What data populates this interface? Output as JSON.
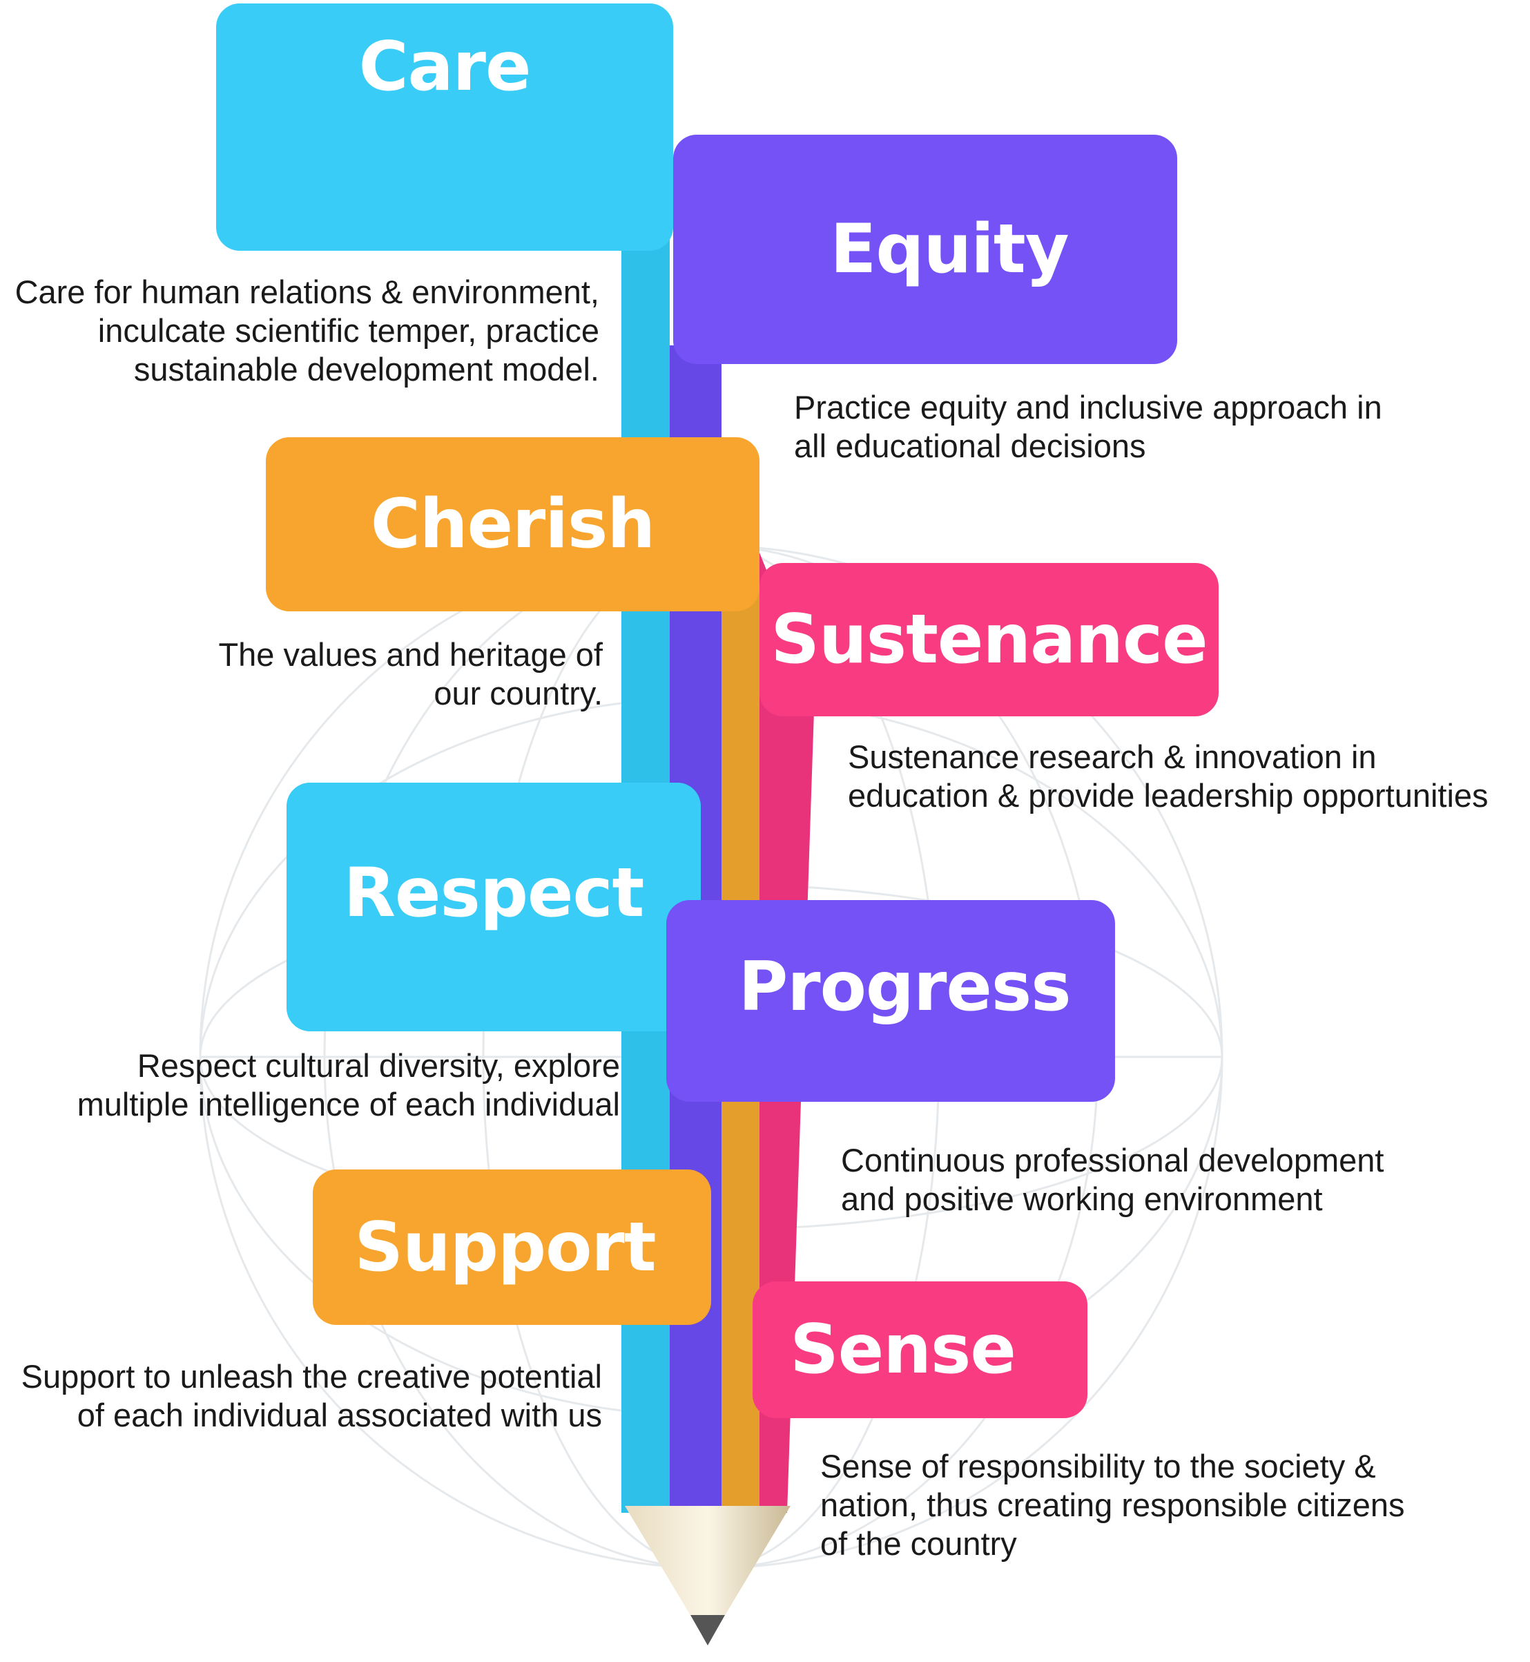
{
  "values": [
    {
      "key": "care",
      "label": "Care",
      "color": "#38ccf6",
      "description": "Care for human relations & environment,\ninculcate scientific temper, practice\nsustainable development model."
    },
    {
      "key": "equity",
      "label": "Equity",
      "color": "#7552f6",
      "description": "Practice equity and inclusive approach in\nall educational decisions"
    },
    {
      "key": "cherish",
      "label": "Cherish",
      "color": "#f7a52e",
      "description": "The values and heritage of\nour country."
    },
    {
      "key": "sustenance",
      "label": "Sustenance",
      "color": "#f93b82",
      "description": "Sustenance research & innovation in\neducation & provide leadership opportunities"
    },
    {
      "key": "respect",
      "label": "Respect",
      "color": "#38ccf6",
      "description": "Respect cultural diversity, explore\nmultiple intelligence of each individual"
    },
    {
      "key": "progress",
      "label": "Progress",
      "color": "#7552f6",
      "description": "Continuous professional development\nand positive working environment"
    },
    {
      "key": "support",
      "label": "Support",
      "color": "#f7a52e",
      "description": "Support to unleash the creative potential\nof each individual associated with us"
    },
    {
      "key": "sense",
      "label": "Sense",
      "color": "#f93b82",
      "description": "Sense of responsibility to the society &\nnation, thus creating responsible citizens\nof the country"
    }
  ]
}
